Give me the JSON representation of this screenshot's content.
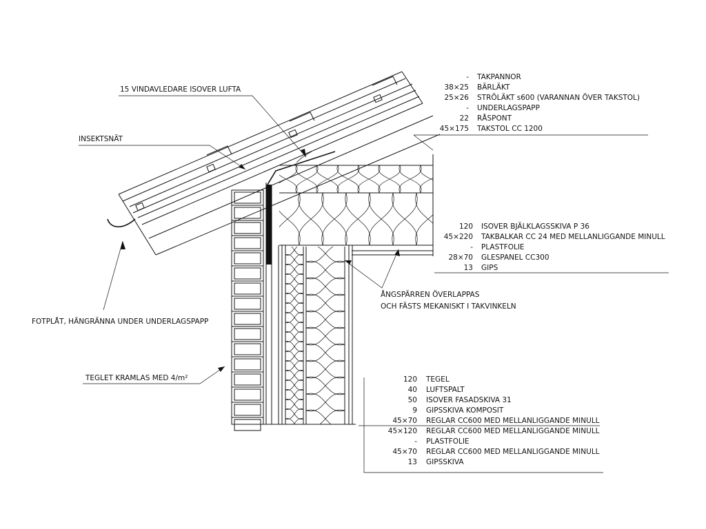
{
  "notes": {
    "vindavledare": "15 VINDAVLEDARE ISOVER LUFTA",
    "insektsnat": "INSEKTSNÄT",
    "fotplat": "FOTPLÅT, HÄNGRÄNNA UNDER UNDERLAGSPAPP",
    "teglet": "TEGLET KRAMLAS MED 4/m²",
    "angsparren_line1": "ÅNGSPÄRREN ÖVERLAPPAS",
    "angsparren_line2": "OCH FÄSTS MEKANISKT I TAKVINKELN"
  },
  "roof_layers": [
    {
      "dim": "-",
      "text": "TAKPANNOR"
    },
    {
      "dim": "38×25",
      "text": "BÄRLÄKT"
    },
    {
      "dim": "25×26",
      "text": "STRÖLÄKT s600 (VARANNAN ÖVER TAKSTOL)"
    },
    {
      "dim": "-",
      "text": "UNDERLAGSPAPP"
    },
    {
      "dim": "22",
      "text": "RÅSPONT"
    },
    {
      "dim": "45×175",
      "text": "TAKSTOL CC 1200"
    }
  ],
  "ceiling_layers": [
    {
      "dim": "120",
      "text": "ISOVER BJÄLKLAGSSKIVA P 36"
    },
    {
      "dim": "45×220",
      "text": "TAKBALKAR CC 24 MED MELLANLIGGANDE MINULL"
    },
    {
      "dim": "-",
      "text": "PLASTFOLIE"
    },
    {
      "dim": "28×70",
      "text": "GLESPANEL CC300"
    },
    {
      "dim": "13",
      "text": "GIPS"
    }
  ],
  "wall_layers": [
    {
      "dim": "120",
      "text": "TEGEL"
    },
    {
      "dim": "40",
      "text": "LUFTSPALT"
    },
    {
      "dim": "50",
      "text": "ISOVER FASADSKIVA 31"
    },
    {
      "dim": "9",
      "text": "GIPSSKIVA KOMPOSIT"
    },
    {
      "dim": "45×70",
      "text": "REGLAR CC600 MED MELLANLIGGANDE MINULL"
    },
    {
      "dim": "45×120",
      "text": "REGLAR CC600 MED MELLANLIGGANDE MINULL"
    },
    {
      "dim": "-",
      "text": "PLASTFOLIE"
    },
    {
      "dim": "45×70",
      "text": "REGLAR CC600 MED MELLANLIGGANDE MINULL"
    },
    {
      "dim": "13",
      "text": "GIPSSKIVA"
    }
  ]
}
